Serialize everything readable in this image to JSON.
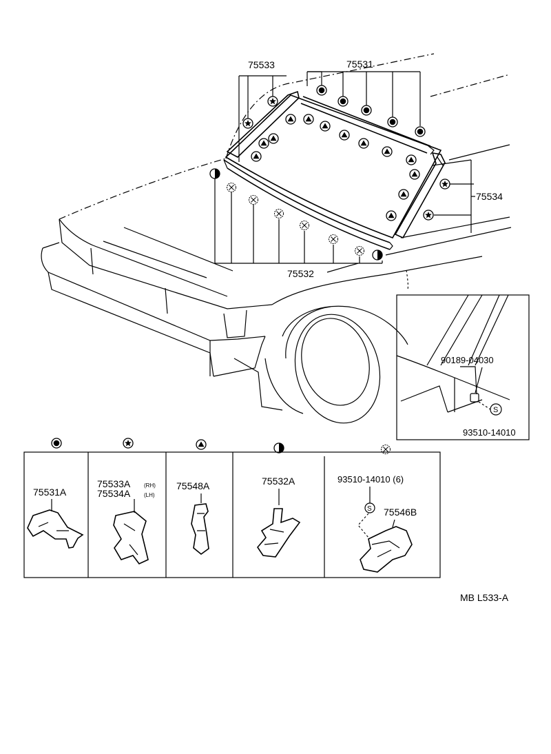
{
  "labels": {
    "p75533": "75533",
    "p75531": "75531",
    "p75534": "75534",
    "p75532": "75532",
    "p90189": "90189-04030",
    "p93510_detail": "93510-14010",
    "clip_75531A": "75531A",
    "clip_75533A": "75533A",
    "clip_75533A_side": "(RH)",
    "clip_75534A": "75534A",
    "clip_75534A_side": "(LH)",
    "clip_75548A": "75548A",
    "clip_75532A": "75532A",
    "clip_93510": "93510-14010 (6)",
    "clip_75546B": "75546B",
    "screw_s": "S",
    "screw_s_detail": "S",
    "ref_code": "MB L533-A"
  },
  "symbols": {
    "filled_circle": "filled-circle-symbol",
    "star": "star-in-circle-symbol",
    "triangle": "triangle-in-circle-symbol",
    "half": "half-filled-circle-symbol",
    "cross": "cross-in-circle-symbol"
  }
}
